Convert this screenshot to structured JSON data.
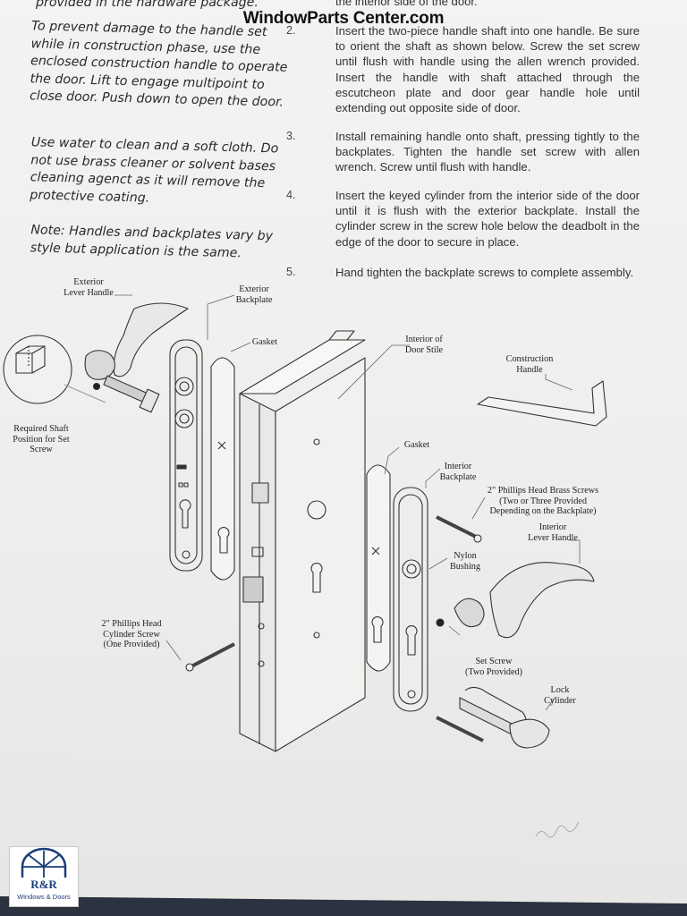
{
  "watermark": "WindowParts Center.com",
  "left_column": {
    "cutoff_line": "provided in the hardware package.",
    "para_construction": "To prevent damage to the handle set while in construction phase, use the enclosed construction handle to operate the door.  Lift to engage multipoint to close door.  Push down to open the door.",
    "para_cleaning": "Use water to clean and a soft cloth. Do not use brass cleaner or solvent bases cleaning agenct as it will remove the protective coating.",
    "para_note": "Note:  Handles and backplates vary by style but application is the same."
  },
  "steps": {
    "step1_tail": "the interior side of the door.",
    "step2_num": "2.",
    "step2_text": "Insert the two-piece handle shaft into one handle.  Be sure to orient the shaft as shown below.  Screw the set screw until flush with handle using the allen wrench provided.   Insert the handle with shaft attached through the escutcheon plate and door gear handle hole until extending out opposite side of door.",
    "step3_num": "3.",
    "step3_text": "Install remaining handle onto shaft, pressing tightly to the backplates.  Tighten the handle set screw with allen wrench.  Screw until flush with handle.",
    "step4_num": "4.",
    "step4_text": "Insert the keyed cylinder from the interior side of the door until it is flush with the exterior backplate.  Install the cylinder screw in the screw hole below the deadbolt in the edge of the door to secure in place.",
    "step5_num": "5.",
    "step5_text": "Hand tighten the backplate screws to complete assembly."
  },
  "diagram_labels": {
    "exterior_lever_handle": "Exterior\nLever Handle",
    "exterior_backplate": "Exterior\nBackplate",
    "gasket_left": "Gasket",
    "interior_door_stile": "Interior of\nDoor Stile",
    "construction_handle": "Construction\nHandle",
    "required_shaft": "Required Shaft\nPosition for Set\nScrew",
    "gasket_right": "Gasket",
    "interior_backplate": "Interior\nBackplate",
    "phillips_brass_screws": "2\" Phillips Head Brass Screws\n(Two or Three Provided\nDepending on the Backplate)",
    "interior_lever_handle": "Interior\nLever Handle",
    "nylon_bushing": "Nylon\nBushing",
    "cylinder_screw": "2\" Phillips Head\nCylinder Screw\n(One Provided)",
    "set_screw": "Set Screw\n(Two Provided)",
    "lock_cylinder": "Lock\nCylinder"
  },
  "logo": {
    "text": "R&R",
    "subtext": "Windows & Doors",
    "brand_color": "#1b3f7a"
  }
}
